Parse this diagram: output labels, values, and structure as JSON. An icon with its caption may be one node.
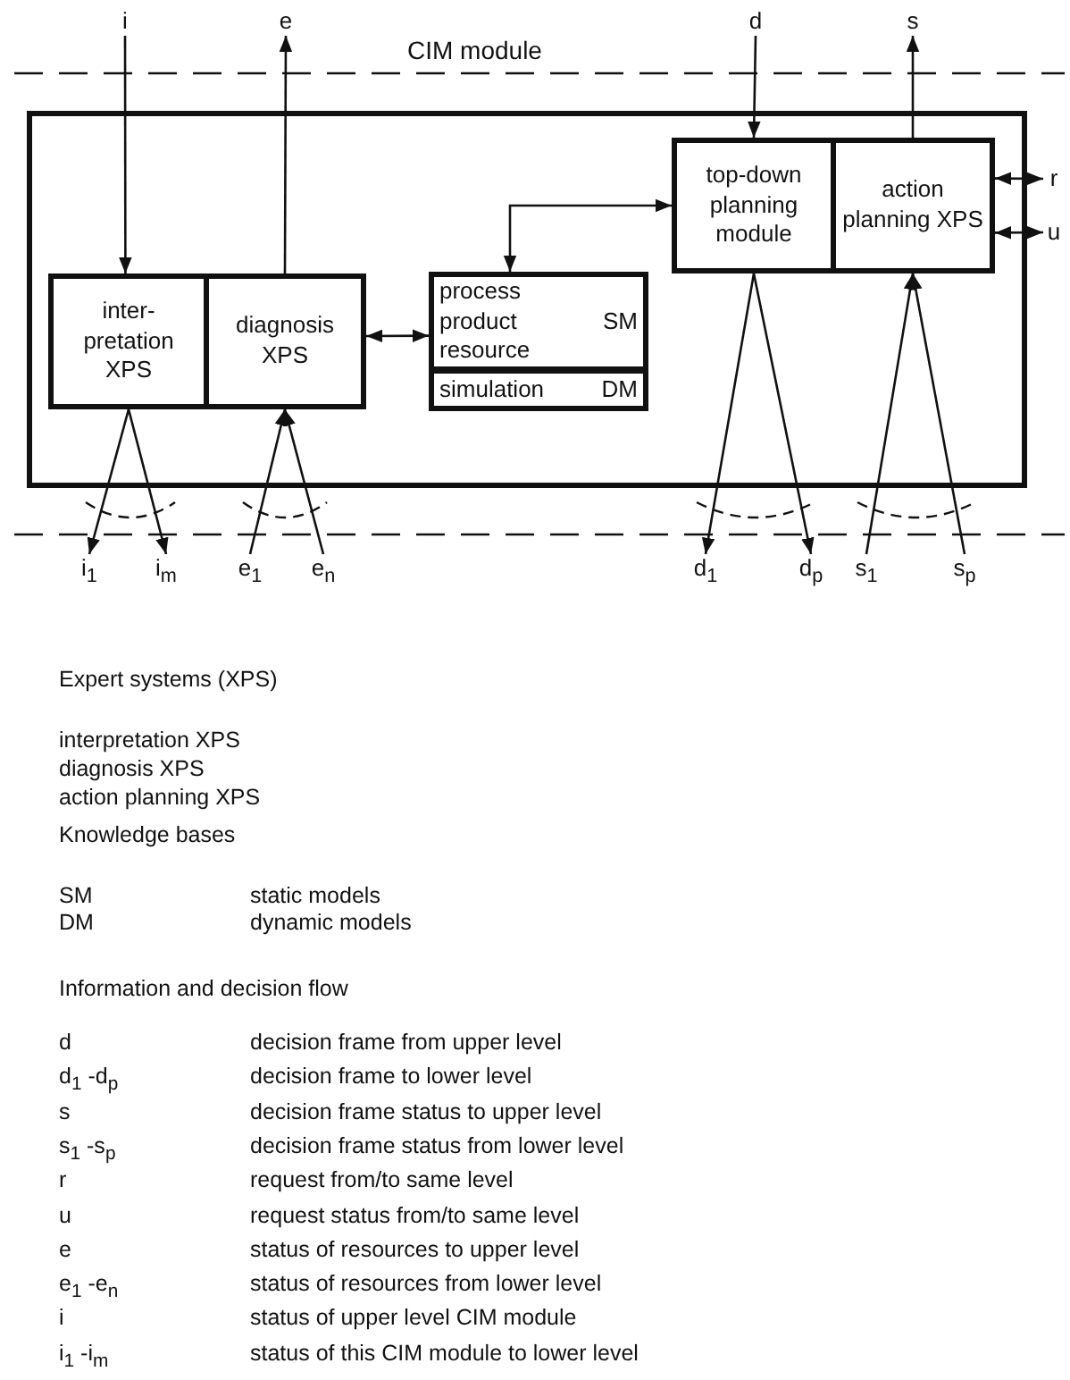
{
  "diagram": {
    "nodes": [
      {
        "text": [
          "CIM module"
        ]
      },
      {
        "text": [
          "inter- pretation XPS"
        ],
        "in": 0
      },
      {
        "text": [
          "diagnosis XPS"
        ],
        "in": 0
      },
      {
        "text": [
          "process product resource",
          "SM"
        ],
        "in": 0
      },
      {
        "text": [
          "simulation",
          "DM"
        ],
        "in": 0
      },
      {
        "text": [
          "top-down planning module"
        ],
        "in": 0
      },
      {
        "text": [
          "action planning XPS"
        ],
        "in": 0
      },
      {
        "text": [
          "i"
        ]
      },
      {
        "text": [
          "e"
        ]
      },
      {
        "text": [
          "d"
        ]
      },
      {
        "text": [
          "s"
        ]
      },
      {
        "text": [
          "r"
        ]
      },
      {
        "text": [
          "u"
        ]
      },
      {
        "text": [
          "i$_{1}$"
        ]
      },
      {
        "text": [
          "i$_{m}$"
        ]
      },
      {
        "text": [
          "e$_{1}$"
        ]
      },
      {
        "text": [
          "e$_{n}$"
        ]
      },
      {
        "text": [
          "d$_{1}$"
        ]
      },
      {
        "text": [
          "d$_{p}$"
        ]
      },
      {
        "text": [
          "s$_{1}$"
        ]
      },
      {
        "text": [
          "s$_{p}$"
        ]
      }
    ],
    "edges": [
      {
        "from": 7,
        "to": 1,
        "arrow": "to"
      },
      {
        "from": 2,
        "to": 8,
        "arrow": "to"
      },
      {
        "from": 9,
        "to": 5,
        "arrow": "to"
      },
      {
        "from": 6,
        "to": 10,
        "arrow": "to"
      },
      {
        "from": 6,
        "to": 11,
        "arrow": "both"
      },
      {
        "from": 6,
        "to": 12,
        "arrow": "both"
      },
      {
        "from": 2,
        "to": 3,
        "arrow": "both"
      },
      {
        "from": 3,
        "to": 5,
        "arrow": "both"
      },
      {
        "from": 1,
        "to": 13,
        "arrow": "to"
      },
      {
        "from": 1,
        "to": 14,
        "arrow": "to"
      },
      {
        "from": 15,
        "to": 2,
        "arrow": "to"
      },
      {
        "from": 16,
        "to": 2,
        "arrow": "to"
      },
      {
        "from": 5,
        "to": 17,
        "arrow": "to"
      },
      {
        "from": 5,
        "to": 18,
        "arrow": "to"
      },
      {
        "from": 19,
        "to": 6,
        "arrow": "to"
      },
      {
        "from": 20,
        "to": 6,
        "arrow": "to"
      }
    ],
    "labels": [
      "Expert systems (XPS)",
      "interpretation XPS",
      "diagnosis XPS",
      "action planning XPS",
      "Knowledge bases",
      "SM",
      "static models",
      "DM",
      "dynamic models",
      "Information and decision flow",
      "d",
      "decision frame from upper level",
      "d$_{1}$ -d$_{p}$",
      "decision frame to lower level",
      "s",
      "decision frame status to upper level",
      "s$_{1}$ -s$_{p}$",
      "decision frame status from lower level",
      "r",
      "request from/to same level",
      "u",
      "request status from/to same level",
      "e",
      "status of resources to upper level",
      "e$_{1}$ -e$_{n}$",
      "status of resources from lower level",
      "i",
      "status of upper level CIM module",
      "i$_{1}$ -i$_{m}$",
      "status of this CIM module to lower level"
    ]
  }
}
